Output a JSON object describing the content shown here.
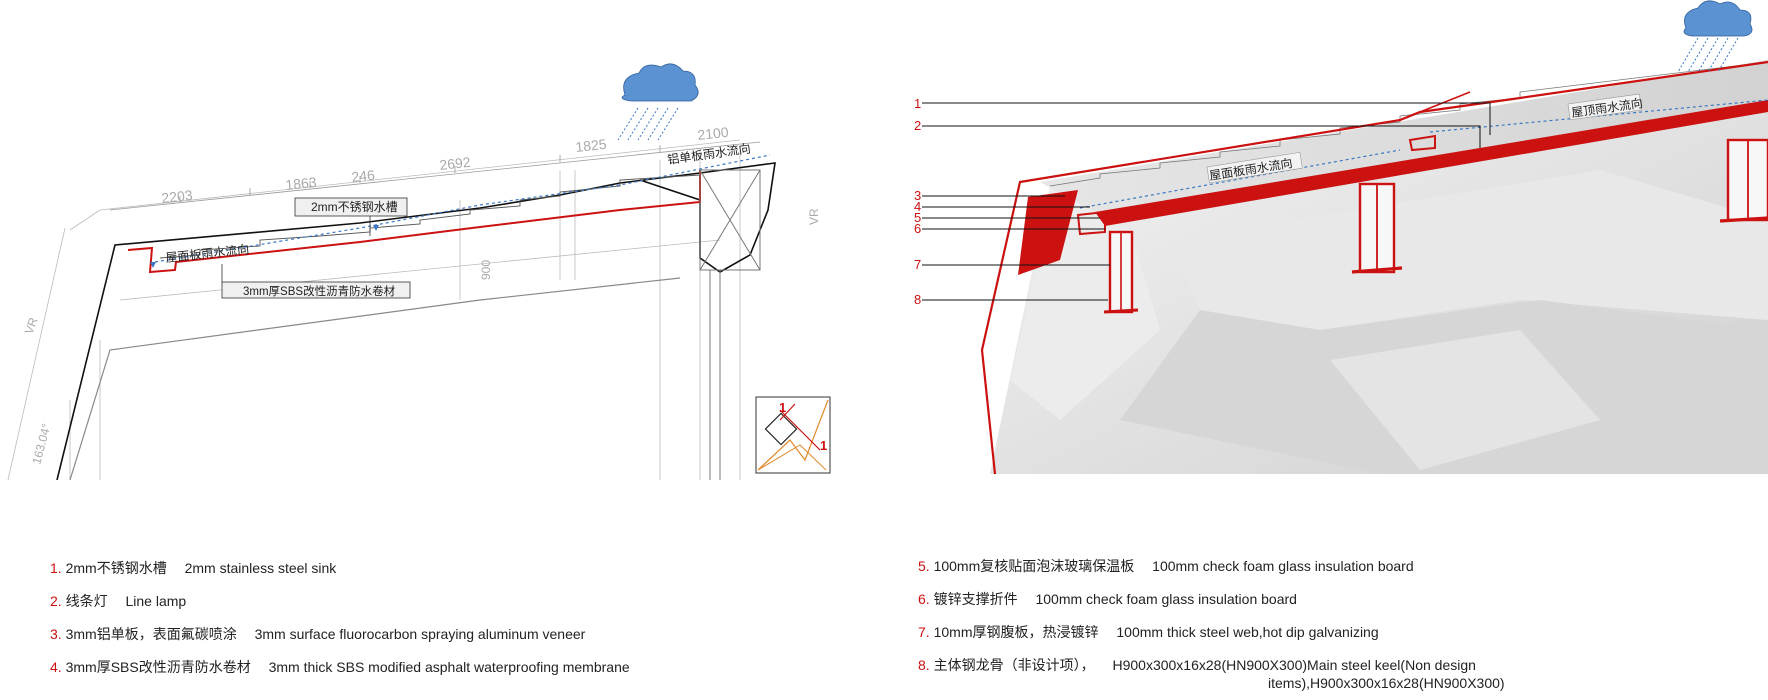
{
  "left": {
    "dims": [
      "2203",
      "1863",
      "246",
      "2692",
      "1825",
      "2100"
    ],
    "side_dims": [
      "VR",
      "VR",
      "163.04°",
      "900"
    ],
    "callouts": {
      "sink": "2mm不锈钢水槽",
      "membrane": "3mm厚SBS改性沥青防水卷材",
      "roof_flow": "屋面板雨水流向",
      "al_flow": "铝单板雨水流向"
    },
    "detail_marks": [
      "1",
      "1"
    ]
  },
  "right": {
    "leader_numbers": [
      "1",
      "2",
      "3",
      "4",
      "5",
      "6",
      "7",
      "8"
    ],
    "flow_labels": {
      "roof_top": "屋顶雨水流向",
      "roof_panel": "屋面板雨水流向"
    }
  },
  "legend_left": [
    {
      "num": "1.",
      "cn": "2mm不锈钢水槽",
      "en": "2mm stainless steel sink"
    },
    {
      "num": "2.",
      "cn": "线条灯",
      "en": "Line lamp"
    },
    {
      "num": "3.",
      "cn": "3mm铝单板，表面氟碳喷涂",
      "en": "3mm surface fluorocarbon spraying aluminum veneer"
    },
    {
      "num": "4.",
      "cn": "3mm厚SBS改性沥青防水卷材",
      "en": "3mm thick SBS modified asphalt waterproofing membrane"
    }
  ],
  "legend_right": [
    {
      "num": "5.",
      "cn": "100mm复核贴面泡沫玻璃保温板",
      "en": "100mm check foam glass insulation board"
    },
    {
      "num": "6.",
      "cn": "镀锌支撑折件",
      "en": "100mm check foam glass insulation board"
    },
    {
      "num": "7.",
      "cn": "10mm厚钢腹板，热浸镀锌",
      "en": "100mm thick steel web,hot dip galvanizing"
    },
    {
      "num": "8.",
      "cn": "主体钢龙骨（非设计项），",
      "en": "H900x300x16x28(HN900X300)Main steel keel(Non design",
      "en2": "items),H900x300x16x28(HN900X300)"
    }
  ],
  "colors": {
    "accent_red": "#cc1111",
    "rain_blue": "#3b78c4",
    "cloud_blue": "#5b93d2"
  }
}
